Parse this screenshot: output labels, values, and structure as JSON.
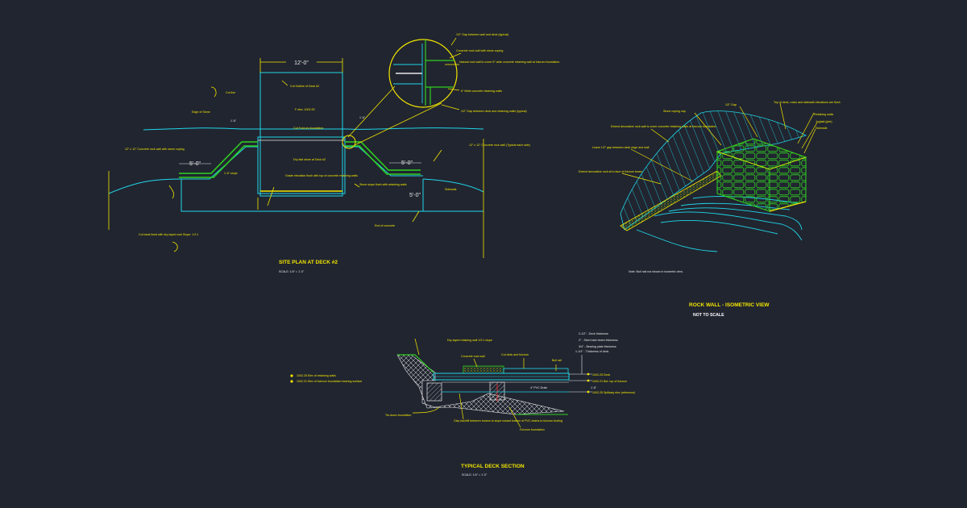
{
  "colors": {
    "background": "#212530",
    "yellow": "#f2e600",
    "cyan": "#1fd6e8",
    "green": "#2fd11f",
    "white": "#e8e8e8",
    "red": "#e03030"
  },
  "site_plan": {
    "title": "SITE PLAN AT DECK #2",
    "scale": "SCALE: 1/4\" = 1'-0\"",
    "dim_top": "12'-0\"",
    "dim_left_step": "5'-0\"",
    "dim_right_step": "5'-0\"",
    "dim_right_drop": "5'-0\"",
    "dim_small_left": "1'-6\"",
    "dim_small_right": "1'-6\"",
    "note_cut_line": "Cut line",
    "note_edge": "Edge of Stone",
    "note_outline": "Cut Outline of Deck #2",
    "note_elev": "F elev. 1002.25",
    "note_fulcrum": "Cut Fulcrum foundation",
    "note_dry_laid": "Dry laid stone at Deck #2",
    "note_grade": "Grade elevation flush with top of concrete retaining walls",
    "note_stone_slope": "Stone slope flush with retaining walls",
    "note_concrete_wall": "12\" x 12\" Concrete rock wall with stone coping",
    "note_concrete_wall_right": "12\" x 12\" Concrete rock wall (Typical each side)",
    "note_slope_small": "1'-6\" slope",
    "note_sidewalk": "Sidewalk",
    "note_end_concrete": "End of concrete",
    "note_cut_bank": "Cut bank lined with dry-layed rock Slope: 1:2:1",
    "detail_top": "1/2\" Gap between wall and deck (typical)",
    "detail_concrete": "Concrete rock wall with stone coping",
    "detail_natural": "Natural rock wall to cover 6\" wide concrete retaining wall at fulcrum foundation",
    "detail_wide": "6\" Wide concrete retaining walls",
    "detail_gap": "1/2\" Gap between deck and retaining walls (typical)"
  },
  "rock_wall": {
    "title": "ROCK WALL - ISOMETRIC VIEW",
    "subtitle": "NOT TO SCALE",
    "note_footer": "Note: Bull nail not shown in isometric view.",
    "label_stone_coping": "Stone coping cap",
    "label_gap": "1/2\" Gap",
    "label_top_deck": "Top of deck, rocks and sidewalk elevations are flush",
    "label_retaining": "Retaining walls",
    "label_joglaid": "Joglaid (jute)",
    "label_sidewalk": "Sidewalk",
    "label_extend": "Extend decorative rock wall to cover concrete retaining walls at fulcrum foundation",
    "label_leave_gap": "Leave 1/2\" gap between deck edge and wall",
    "label_extend_face": "Extend decorative rock at to face of fulcrum beam"
  },
  "deck_section": {
    "title": "TYPICAL DECK SECTION",
    "scale": "SCALE: 1/4\" = 1'-0\"",
    "label_dry_laid": "Dry-layed retaining wall 1/2:1 slope",
    "label_concrete_wall": "Concrete rock wall",
    "label_cut_deck": "Cut deck and fulcrum",
    "label_bull_rail": "Bull rail",
    "label_thickness_1": "2-1/2\" - Deck thickness",
    "label_thickness_2": "2\" - Steel tube beam thickness",
    "label_thickness_3": "3/4\" - Bearing plate thickness",
    "label_thickness_4": "1-1/4\" - Thickness of deck",
    "label_elev_deck": "1002.25 Deck",
    "label_elev_beam": "1002.21 Bot. top of fulcrum",
    "label_elev_river": "1002.25 Spillway elev (reference)",
    "label_pvc": "4\" PVC Drain",
    "dim_right": "1'-6\"",
    "label_tie_down": "Tie-down foundation",
    "label_clay": "Clay backfill between footers to slope toward bottom of PVC drains to fulcrum footing",
    "label_fulcrum": "Fulcrum foundation",
    "legend_1": "1002.25 Elev of retaining walls",
    "legend_2": "1002.21 Elev of fulcrum foundation bearing surface"
  }
}
